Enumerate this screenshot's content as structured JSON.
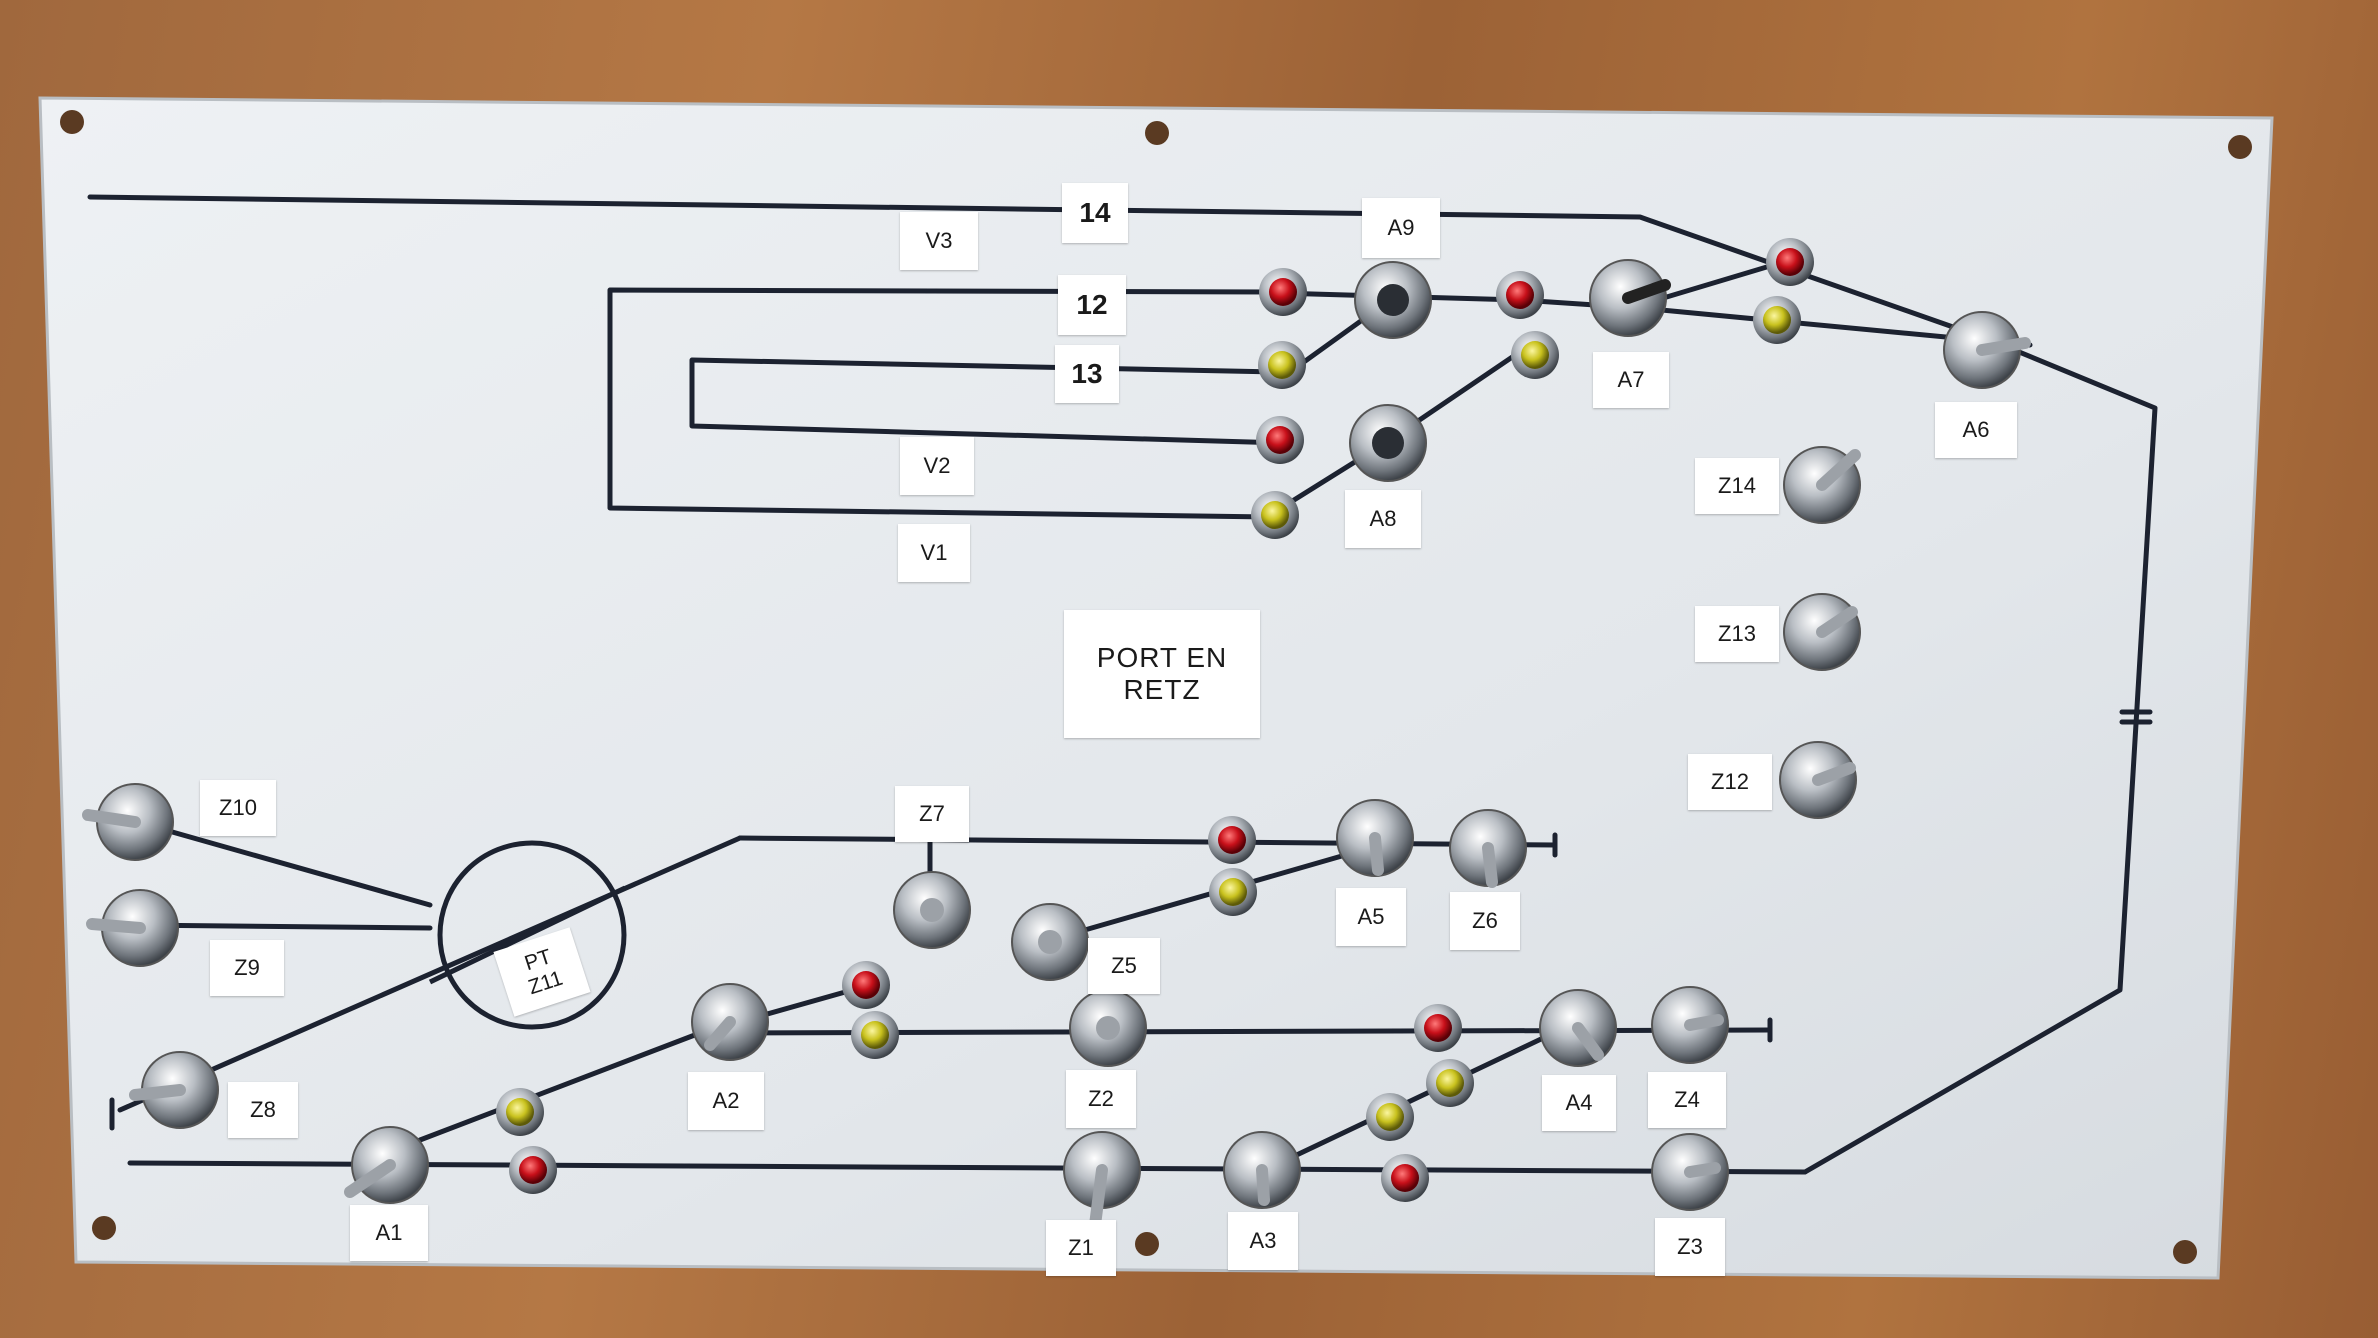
{
  "title_card": "PORT EN\nRETZ",
  "labels": {
    "v3": "V3",
    "n14": "14",
    "a9": "A9",
    "n12": "12",
    "n13": "13",
    "v2": "V2",
    "v1": "V1",
    "a8": "A8",
    "a7": "A7",
    "a6": "A6",
    "z14": "Z14",
    "z13": "Z13",
    "z12": "Z12",
    "z10": "Z10",
    "z9": "Z9",
    "z8": "Z8",
    "pt_z11": "PT\nZ11",
    "z7": "Z7",
    "z5": "Z5",
    "a5": "A5",
    "z6": "Z6",
    "a2": "A2",
    "z2": "Z2",
    "a4": "A4",
    "z4": "Z4",
    "a1": "A1",
    "z1": "Z1",
    "a3": "A3",
    "z3": "Z3"
  },
  "colors": {
    "panel": "#e4e8ec",
    "wood": "#a86c3e",
    "track_line": "#1c2230",
    "led_red": "#c8101a",
    "led_yellow": "#c9c21e",
    "metal": "#b8bcc2"
  }
}
